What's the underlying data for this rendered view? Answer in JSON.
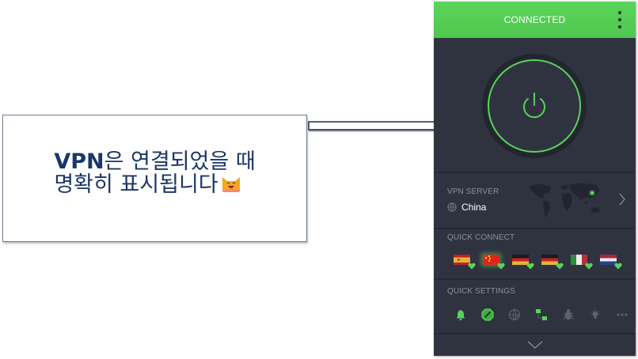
{
  "annotation": {
    "line1_strong": "VPN",
    "line1_rest": "은 연결되었을 때",
    "line2": "명확히 표시됩니다",
    "emoji": "smiling-cat-emoji",
    "text_color": "#1b3668"
  },
  "app": {
    "header": {
      "status": "CONNECTED",
      "menu_icon": "kebab-menu-icon",
      "color": "#52cc52"
    },
    "power_button": {
      "icon": "power-icon",
      "state": "on",
      "accent": "#58d35a"
    },
    "vpn_server": {
      "label": "VPN SERVER",
      "value": "China",
      "icon": "globe-icon",
      "map_icon": "world-map-icon",
      "chevron": "chevron-right-icon"
    },
    "quick_connect": {
      "label": "QUICK CONNECT",
      "flags": [
        {
          "country": "Spain",
          "favorite": true,
          "selected": false
        },
        {
          "country": "China",
          "favorite": true,
          "selected": true
        },
        {
          "country": "Germany",
          "favorite": true,
          "selected": false
        },
        {
          "country": "Germany",
          "favorite": true,
          "selected": false
        },
        {
          "country": "Italy",
          "favorite": true,
          "selected": false
        },
        {
          "country": "Netherlands",
          "favorite": true,
          "selected": false
        }
      ]
    },
    "quick_settings": {
      "label": "QUICK SETTINGS",
      "items": [
        {
          "icon": "bell-icon",
          "active": true
        },
        {
          "icon": "netshield-icon",
          "active": true
        },
        {
          "icon": "globe-refresh-icon",
          "active": false
        },
        {
          "icon": "split-tunnel-icon",
          "active": true
        },
        {
          "icon": "bug-icon",
          "active": false
        },
        {
          "icon": "lightbulb-icon",
          "active": false
        },
        {
          "icon": "more-icon",
          "active": false
        }
      ]
    },
    "expand_icon": "chevron-down-icon"
  }
}
